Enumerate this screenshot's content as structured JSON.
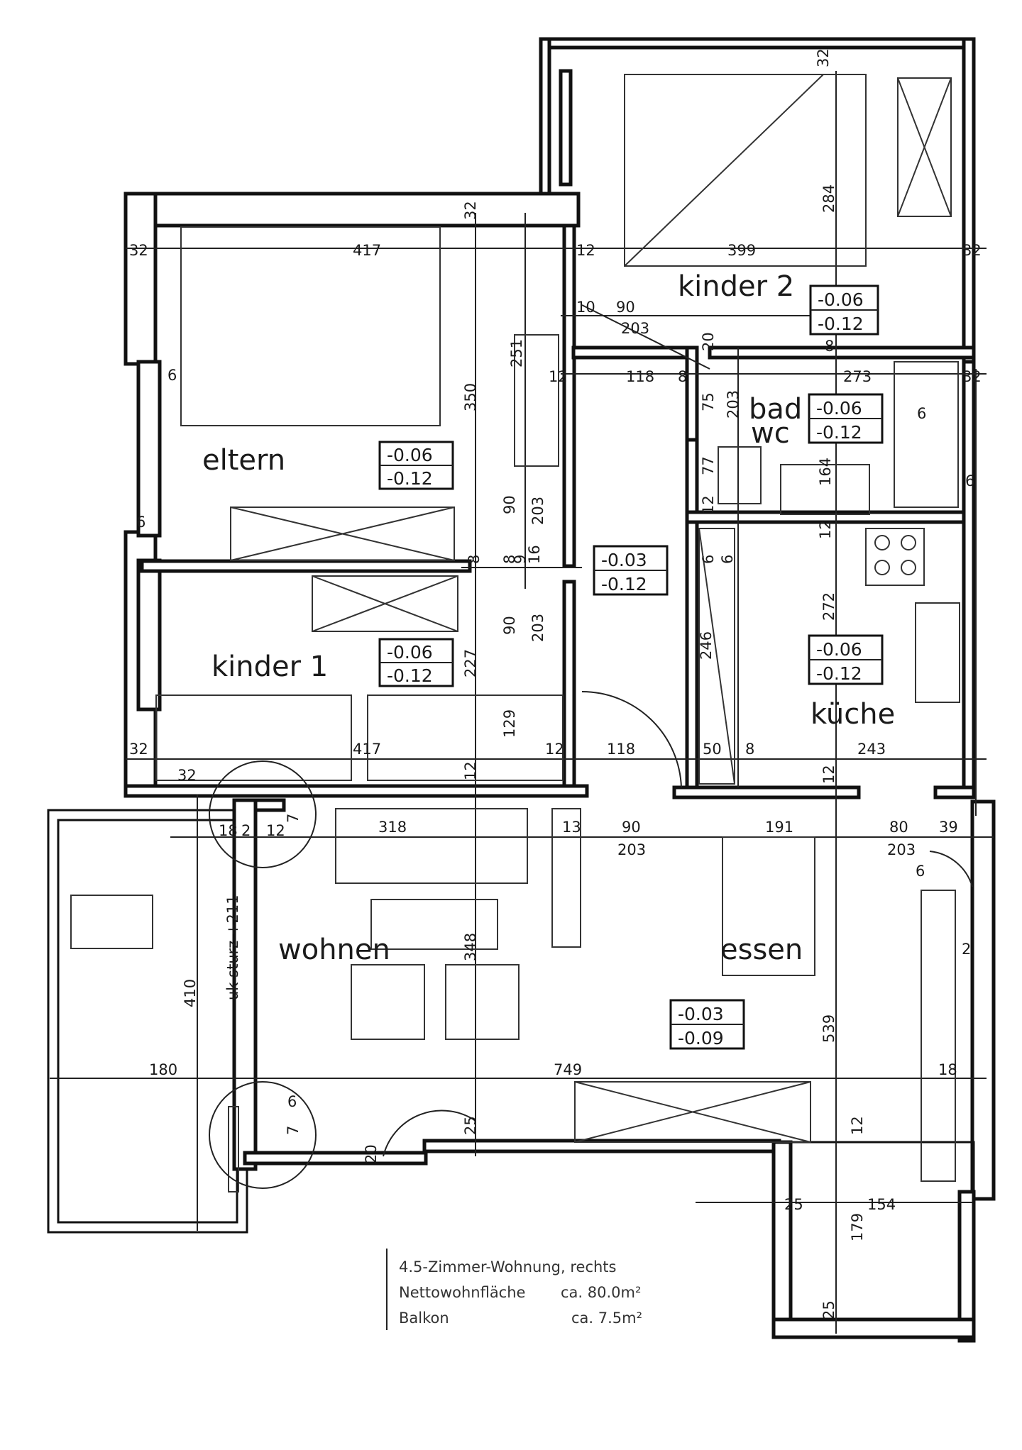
{
  "rooms": {
    "kinder2": {
      "name": "kinder 2",
      "level_top": "-0.06",
      "level_bottom": "-0.12"
    },
    "eltern": {
      "name": "eltern",
      "level_top": "-0.06",
      "level_bottom": "-0.12"
    },
    "bad": {
      "name_1": "bad",
      "name_2": "wc",
      "level_top": "-0.06",
      "level_bottom": "-0.12"
    },
    "flur": {
      "level_top": "-0.03",
      "level_bottom": "-0.12"
    },
    "kinder1": {
      "name": "kinder 1",
      "level_top": "-0.06",
      "level_bottom": "-0.12"
    },
    "kueche": {
      "name": "küche",
      "level_top": "-0.06",
      "level_bottom": "-0.12"
    },
    "wohnen": {
      "name": "wohnen",
      "level_top": "-0.03",
      "level_bottom": "-0.09"
    },
    "essen": {
      "name": "essen"
    }
  },
  "dimensions": {
    "d32_top": "32",
    "d32_l1": "32",
    "d417_a": "417",
    "d12_a": "12",
    "d399": "399",
    "d32_r1": "32",
    "d32_mid": "32",
    "d284": "284",
    "d10": "10",
    "d90_a": "90",
    "d203_a": "203",
    "d20": "20",
    "d8_a": "8",
    "d251": "251",
    "d12_b": "12",
    "d118_a": "118",
    "d8_b": "8",
    "d273": "273",
    "d32_r2": "32",
    "d6_a": "6",
    "d350": "350",
    "d75": "75",
    "d203_b": "203",
    "d6_b": "6",
    "d77": "77",
    "d164": "164",
    "d6_c": "6",
    "d90_b": "90",
    "d203_c": "203",
    "d12_c": "12",
    "d12_d": "12",
    "d6_d": "6",
    "d8_c": "8",
    "d8_d": "8",
    "d9": "9",
    "d16": "16",
    "d6_e": "6",
    "d6_f": "6",
    "d272": "272",
    "d90_c": "90",
    "d203_d": "203",
    "d227": "227",
    "d246": "246",
    "d129": "129",
    "d32_l2": "32",
    "d417_b": "417",
    "d12_e": "12",
    "d118_b": "118",
    "d50": "50",
    "d8_e": "8",
    "d243": "243",
    "d32_bal": "32",
    "d12_f": "12",
    "d12_g": "12",
    "d18": "18",
    "d2": "2",
    "d12_h": "12",
    "d318": "318",
    "d13": "13",
    "d90_d": "90",
    "d203_e": "203",
    "d191": "191",
    "d80": "80",
    "d203_f": "203",
    "d39": "39",
    "d6_g": "6",
    "d7_a": "7",
    "d348": "348",
    "d410": "410",
    "sturz": "uk sturz +211",
    "d2_b": "2",
    "d539": "539",
    "d180": "180",
    "d749": "749",
    "d18_b": "18",
    "d6_h": "6",
    "d7_b": "7",
    "d25_a": "25",
    "d20_b": "20",
    "d12_i": "12",
    "d25_b": "25",
    "d154": "154",
    "d179": "179",
    "d25_c": "25"
  },
  "legend": {
    "title": "4.5-Zimmer-Wohnung, rechts",
    "area_label": "Nettowohnfläche",
    "area_value": "ca. 80.0m²",
    "balcony_label": "Balkon",
    "balcony_value": "ca. 7.5m²"
  }
}
